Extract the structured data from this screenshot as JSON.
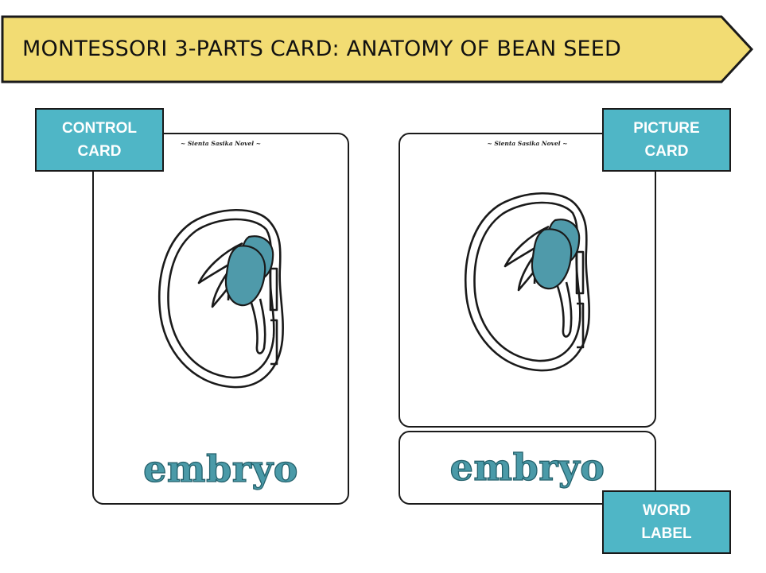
{
  "banner": {
    "title": "MONTESSORI 3-PARTS CARD: ANATOMY OF BEAN SEED"
  },
  "control_card": {
    "credit": "~ Sienta Sasika Novel ~",
    "word": "embryo"
  },
  "picture_card": {
    "credit": "~ Sienta Sasika Novel ~"
  },
  "word_label_card": {
    "word": "embryo"
  },
  "tags": {
    "control": {
      "line1": "CONTROL",
      "line2": "CARD"
    },
    "picture": {
      "line1": "PICTURE",
      "line2": "CARD"
    },
    "word": {
      "line1": "WORD",
      "line2": "LABEL"
    }
  },
  "colors": {
    "banner": "#f2dc73",
    "tag": "#4fb6c6",
    "embryo": "#4f9aaa",
    "word": "#4a9aa8"
  }
}
